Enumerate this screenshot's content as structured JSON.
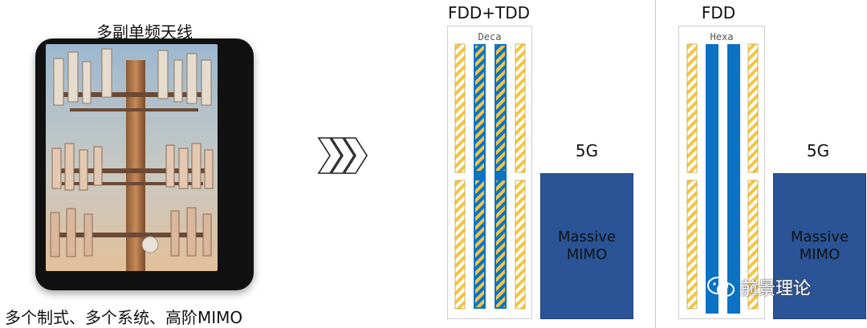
{
  "left": {
    "title": "多副单频天线",
    "caption": "多个制式、多个系统、高阶MIMO"
  },
  "panel1": {
    "title": "FDD+TDD",
    "antenna_label": "Deca",
    "g5_label": "5G",
    "mimo_line1": "Massive",
    "mimo_line2": "MIMO"
  },
  "panel2": {
    "title": "FDD",
    "antenna_label": "Hexa",
    "g5_label": "5G",
    "mimo_line1": "Massive",
    "mimo_line2": "MIMO"
  },
  "watermark": {
    "text": "前景理论",
    "icon": "wechat-icon"
  },
  "colors": {
    "yellow": "#f4c542",
    "blue": "#0b72c4",
    "mimo": "#2a5496"
  }
}
